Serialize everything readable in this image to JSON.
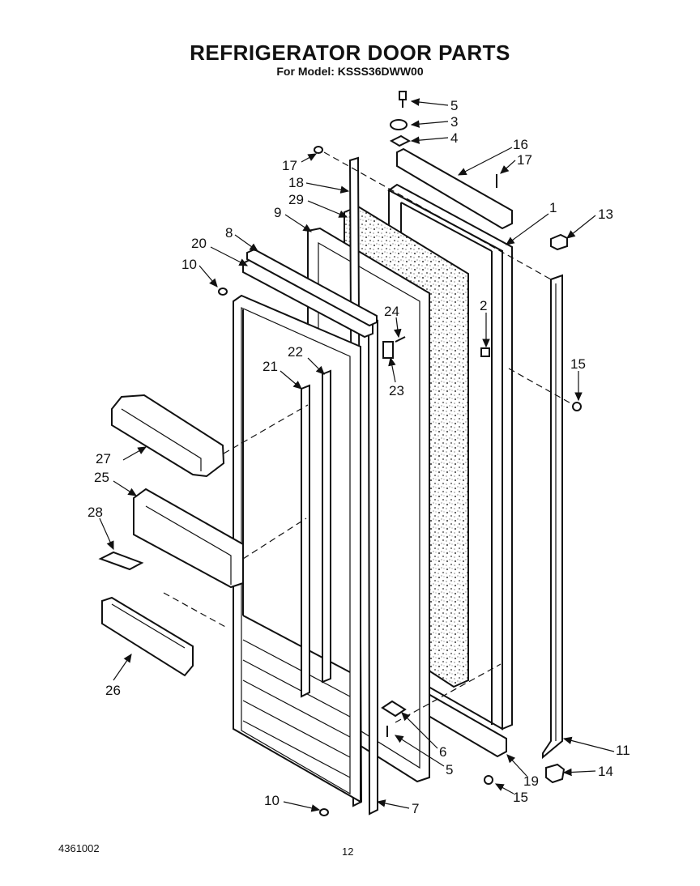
{
  "header": {
    "title": "REFRIGERATOR DOOR PARTS",
    "subtitle": "For Model: KSSS36DWW00"
  },
  "footer": {
    "doc_number": "4361002",
    "page_number": "12"
  },
  "callouts": {
    "c1": "1",
    "c2": "2",
    "c3": "3",
    "c4": "4",
    "c5a": "5",
    "c5b": "5",
    "c6": "6",
    "c7": "7",
    "c8": "8",
    "c9": "9",
    "c10a": "10",
    "c10b": "10",
    "c11": "11",
    "c13": "13",
    "c14": "14",
    "c15a": "15",
    "c15b": "15",
    "c16": "16",
    "c17a": "17",
    "c17b": "17",
    "c18": "18",
    "c19": "19",
    "c20": "20",
    "c21": "21",
    "c22": "22",
    "c23": "23",
    "c24": "24",
    "c25": "25",
    "c26": "26",
    "c27": "27",
    "c28": "28",
    "c29": "29"
  }
}
